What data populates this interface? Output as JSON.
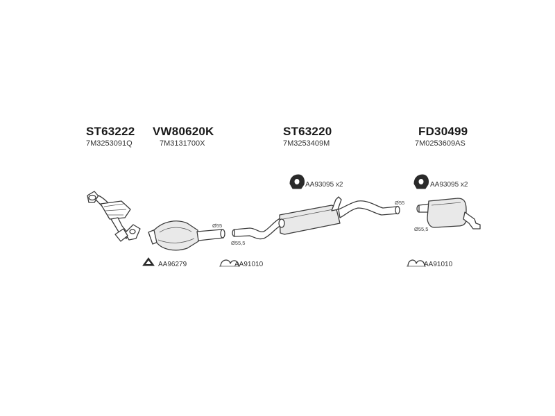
{
  "parts": [
    {
      "code": "ST63222",
      "oem": "7M3253091Q"
    },
    {
      "code": "VW80620K",
      "oem": "7M3131700X"
    },
    {
      "code": "ST63220",
      "oem": "7M3253409M"
    },
    {
      "code": "FD30499",
      "oem": "7M0253609AS"
    }
  ],
  "accessories": {
    "gasket": "AA96279",
    "clamp_left": "AA91010",
    "hanger_mid": "AA93095 x2",
    "hanger_right": "AA93095 x2",
    "clamp_right": "AA91010"
  },
  "dimensions": {
    "cat_outlet": "Ø55",
    "mid_inlet": "Ø55,5",
    "mid_outlet": "Ø55",
    "rear_inlet": "Ø55,5"
  }
}
